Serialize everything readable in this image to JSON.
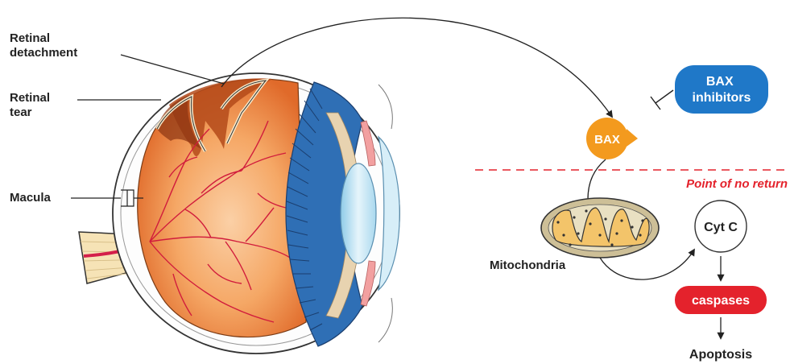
{
  "labels": {
    "retinal_detachment": [
      "Retinal",
      "detachment"
    ],
    "retinal_tear": [
      "Retinal",
      "tear"
    ],
    "macula": "Macula",
    "mitochondria": "Mitochondria",
    "apoptosis": "Apoptosis",
    "point_of_no_return": "Point of no return"
  },
  "pathway": {
    "bax": "BAX",
    "bax_inhibitors": [
      "BAX",
      "inhibitors"
    ],
    "cyt_c": "Cyt C",
    "caspases": "caspases"
  },
  "colors": {
    "bax": "#f39a1e",
    "inhibitor_box": "#1f78c8",
    "caspases": "#e4222c",
    "point_of_no_return_line": "#e4222c",
    "eye_orange": "#f08a3c",
    "sclera_blue": "#2f6fb5",
    "lens": "#bfe3f3",
    "mito_fill": "#f3c46a",
    "mito_outer": "#cdbf97"
  },
  "icons": [
    "eye-anatomy-illustration",
    "mitochondrion-icon",
    "inhibition-bar-icon"
  ]
}
